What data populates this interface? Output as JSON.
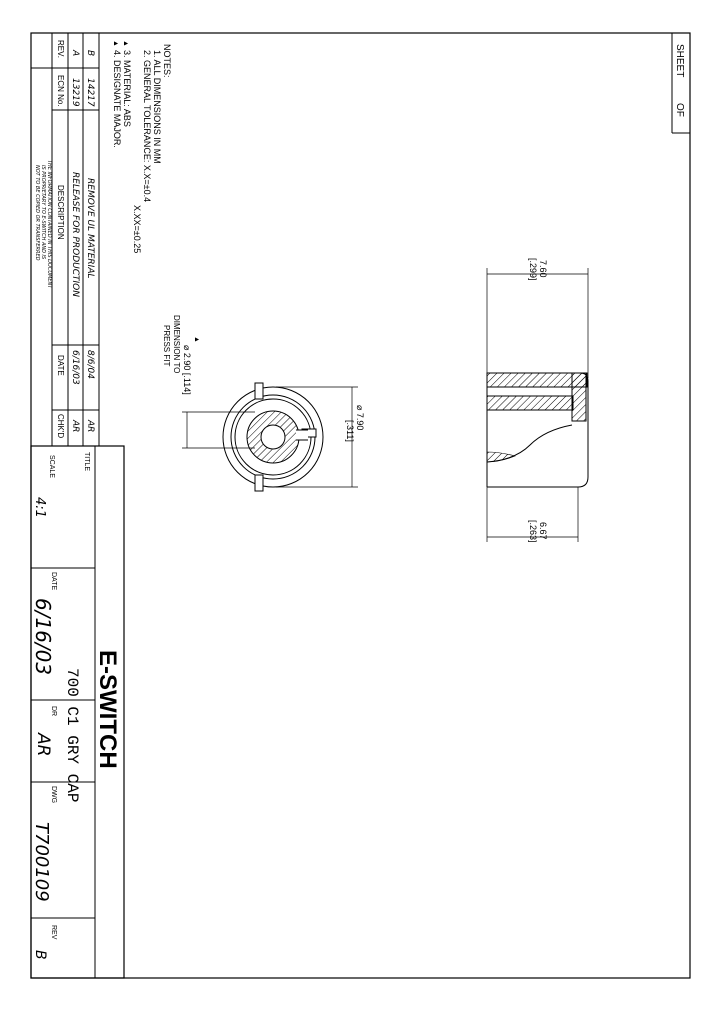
{
  "sheet_block": {
    "sheet_label": "SHEET",
    "of_label": "OF"
  },
  "notes": {
    "heading": "NOTES:",
    "n1": "1. ALL DIMENSIONS IN MM",
    "n2": "2. GENERAL TOLERANCE: X.X=±0.4",
    "n2b": "X.XX=±0.25",
    "n3": "3. MATERIAL: ABS",
    "n4": "4. DESIGNATE MAJOR.",
    "marker": "▲"
  },
  "revisions": {
    "headers": {
      "rev": "REV.",
      "ecn": "ECN No.",
      "description": "DESCRIPTION",
      "date": "DATE",
      "chkd": "CHK'D"
    },
    "rows": [
      {
        "rev": "B",
        "ecn": "14217",
        "description": "REMOVE UL MATERIAL",
        "date": "8/6/04",
        "chkd": "AR"
      },
      {
        "rev": "A",
        "ecn": "13219",
        "description": "RELEASE FOR PRODUCTION",
        "date": "6/16/03",
        "chkd": "AR"
      }
    ]
  },
  "proprietary": {
    "line1": "THE INFORMATION CONTAINED IN THIS DOCUMENT",
    "line2": "IS PROPRIETARY TO E-SWITCH AND IS",
    "line3": "NOT TO BE COPIED OR TRANSFERRED"
  },
  "title_block": {
    "title_label": "TITLE",
    "logo_text": "E-SWITCH",
    "part_title": "700 C1 GRY CAP",
    "scale_label": "SCALE",
    "scale_value": "4:1",
    "date_label": "DATE",
    "date_value": "6/16/03",
    "dr_label": "DR",
    "dr_value": "AR",
    "dwg_label": "DWG",
    "dwg_value": "T700109",
    "rev_label": "REV",
    "rev_value": "B"
  },
  "dimensions": {
    "diameter_value": "⌀ 7.90",
    "diameter_inch": "[.311]",
    "bore_value": "⌀ 2.90 [.114]",
    "bore_note1": "DIMENSION TO",
    "bore_note2": "PRESS FIT",
    "length_value": "7.60",
    "length_inch": "[.299]",
    "height_value": "6.67",
    "height_inch": "[.263]"
  }
}
